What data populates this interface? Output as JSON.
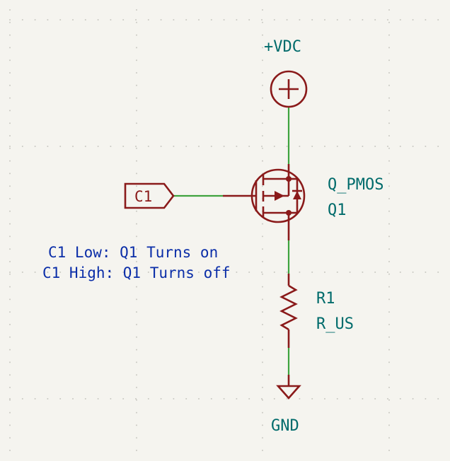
{
  "power": {
    "label": "+VDC"
  },
  "ground": {
    "label": "GND"
  },
  "transistor": {
    "value": "Q_PMOS",
    "reference": "Q1"
  },
  "resistor": {
    "reference": "R1",
    "value": "R_US"
  },
  "port": {
    "label": "C1"
  },
  "notes": {
    "line1": "C1 Low: Q1 Turns on",
    "line2": "C1 High: Q1 Turns off"
  },
  "colors": {
    "background": "#f5f4ef",
    "wire": "#3ea33e",
    "symbol": "#8a1a1a",
    "field_text": "#006b6b",
    "note_text": "#0b2ea8"
  }
}
